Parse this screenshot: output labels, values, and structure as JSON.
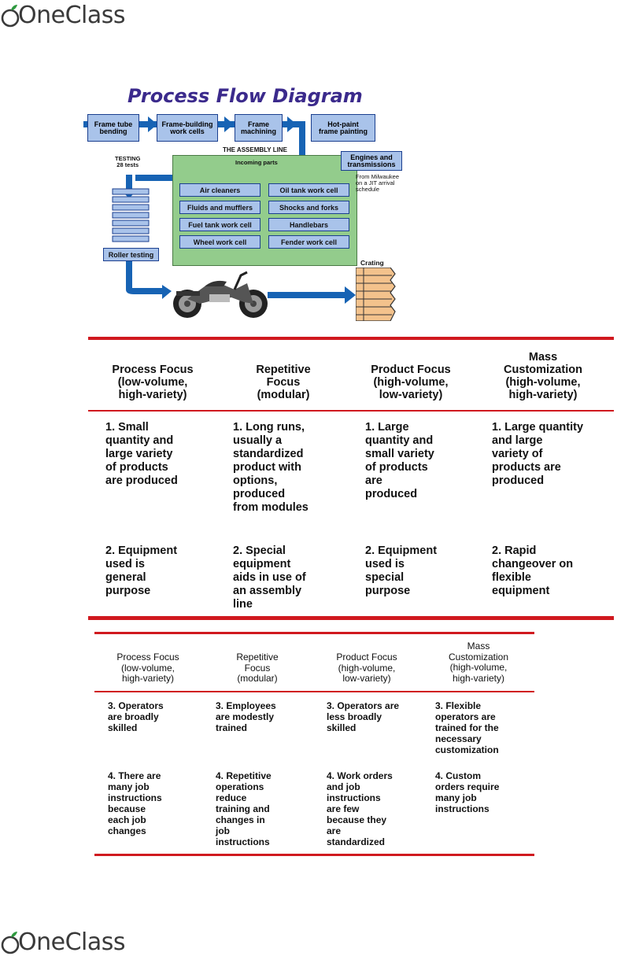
{
  "brand": {
    "name": "OneClass"
  },
  "diagram": {
    "title": "Process Flow Diagram",
    "steps": {
      "frame_tube": "Frame tube\nbending",
      "frame_building": "Frame-building\nwork cells",
      "frame_machining": "Frame\nmachining",
      "hot_paint": "Hot-paint\nframe painting"
    },
    "assembly_line": "THE ASSEMBLY LINE",
    "incoming_parts": "Incoming parts",
    "engines": "Engines and\ntransmissions",
    "from_milwaukee": "From Milwaukee\non a JIT arrival\nschedule",
    "testing": "TESTING\n28 tests",
    "cells": {
      "air_cleaners": "Air cleaners",
      "fluids": "Fluids and mufflers",
      "fuel_tank": "Fuel tank work cell",
      "wheel": "Wheel work cell",
      "oil_tank": "Oil tank work cell",
      "shocks": "Shocks and forks",
      "handlebars": "Handlebars",
      "fender": "Fender work cell"
    },
    "roller_testing": "Roller testing",
    "crating": "Crating"
  },
  "table1": {
    "headers": [
      "Process Focus\n(low-volume,\nhigh-variety)",
      "Repetitive\nFocus\n(modular)",
      "Product Focus\n(high-volume,\nlow-variety)",
      "Mass\nCustomization\n(high-volume,\nhigh-variety)"
    ],
    "row1": [
      "1. Small\n    quantity and\n    large variety\n    of products\n    are produced",
      "1. Long runs,\n    usually a\n    standardized\n    product with\n    options,\n    produced\n    from modules",
      "1. Large\n    quantity and\n    small variety\n    of products\n    are\n    produced",
      "1. Large quantity\n    and large\n    variety of\n    products are\n    produced"
    ],
    "row2": [
      "2. Equipment\n    used is\n    general\n    purpose",
      "2. Special\n    equipment\n    aids in use of\n    an assembly\n    line",
      "2. Equipment\n    used is\n    special\n    purpose",
      "2. Rapid\n    changeover on\n    flexible\n    equipment"
    ]
  },
  "table2": {
    "headers": [
      "Process Focus\n(low-volume,\nhigh-variety)",
      "Repetitive\nFocus\n(modular)",
      "Product Focus\n(high-volume,\nlow-variety)",
      "Mass\nCustomization\n(high-volume,\nhigh-variety)"
    ],
    "row3": [
      "3. Operators\n    are broadly\n    skilled",
      "3. Employees\n    are modestly\n    trained",
      "3. Operators are\n    less broadly\n    skilled",
      "3. Flexible\n    operators are\n    trained for the\n    necessary\n    customization"
    ],
    "row4": [
      "4. There are\n    many job\n    instructions\n    because\n    each job\n    changes",
      "4. Repetitive\n    operations\n    reduce\n    training and\n    changes in\n    job\n    instructions",
      "4. Work orders\n    and job\n    instructions\n    are few\n    because they\n    are\n    standardized",
      "4. Custom\n    orders require\n    many job\n    instructions"
    ]
  },
  "colors": {
    "rule": "#d0191f",
    "title": "#3b2a8c",
    "box_fill": "#a9c3ea",
    "box_border": "#1b3f8f",
    "assembly_green": "#93cc8c",
    "arrow": "#1763b4"
  }
}
